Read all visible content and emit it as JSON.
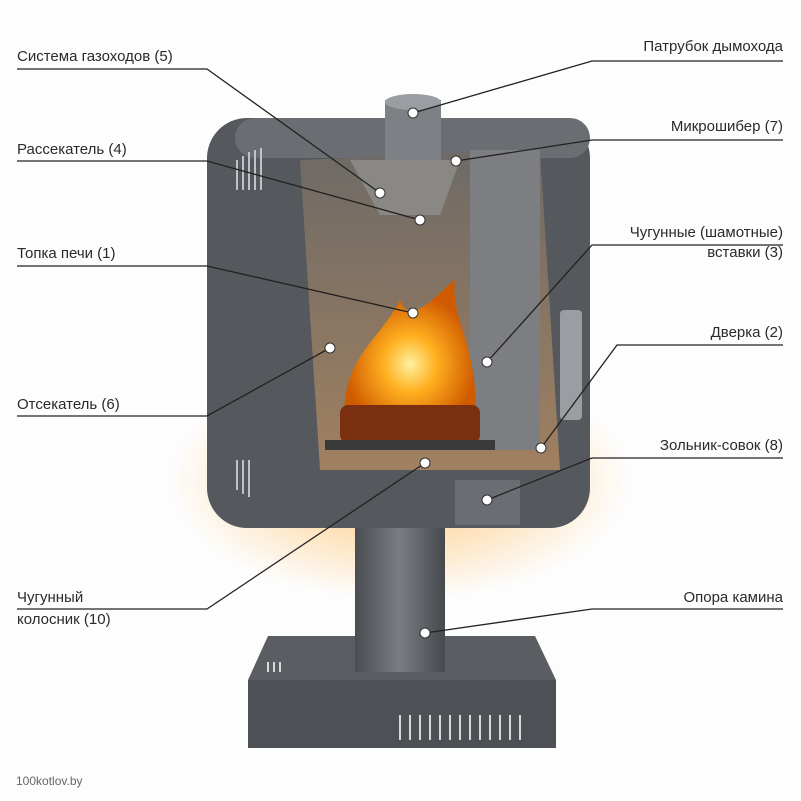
{
  "labels": {
    "flue_system": "Система газоходов (5)",
    "divider": "Рассекатель (4)",
    "firebox": "Топка печи (1)",
    "cutoff": "Отсекатель (6)",
    "grate_line1": "Чугунный",
    "grate_line2": "колосник (10)",
    "chimney_pipe": "Патрубок дымохода",
    "micro_damper": "Микрошибер (7)",
    "inserts_line1": "Чугунные (шамотные)",
    "inserts_line2": "вставки (3)",
    "door": "Дверка (2)",
    "ash_pan": "Зольник-совок (8)",
    "support": "Опора камина"
  },
  "watermark": "100kotlov.by",
  "colors": {
    "body": "#55585c",
    "fire": "#ff9a1a",
    "text": "#2a2a2a"
  }
}
